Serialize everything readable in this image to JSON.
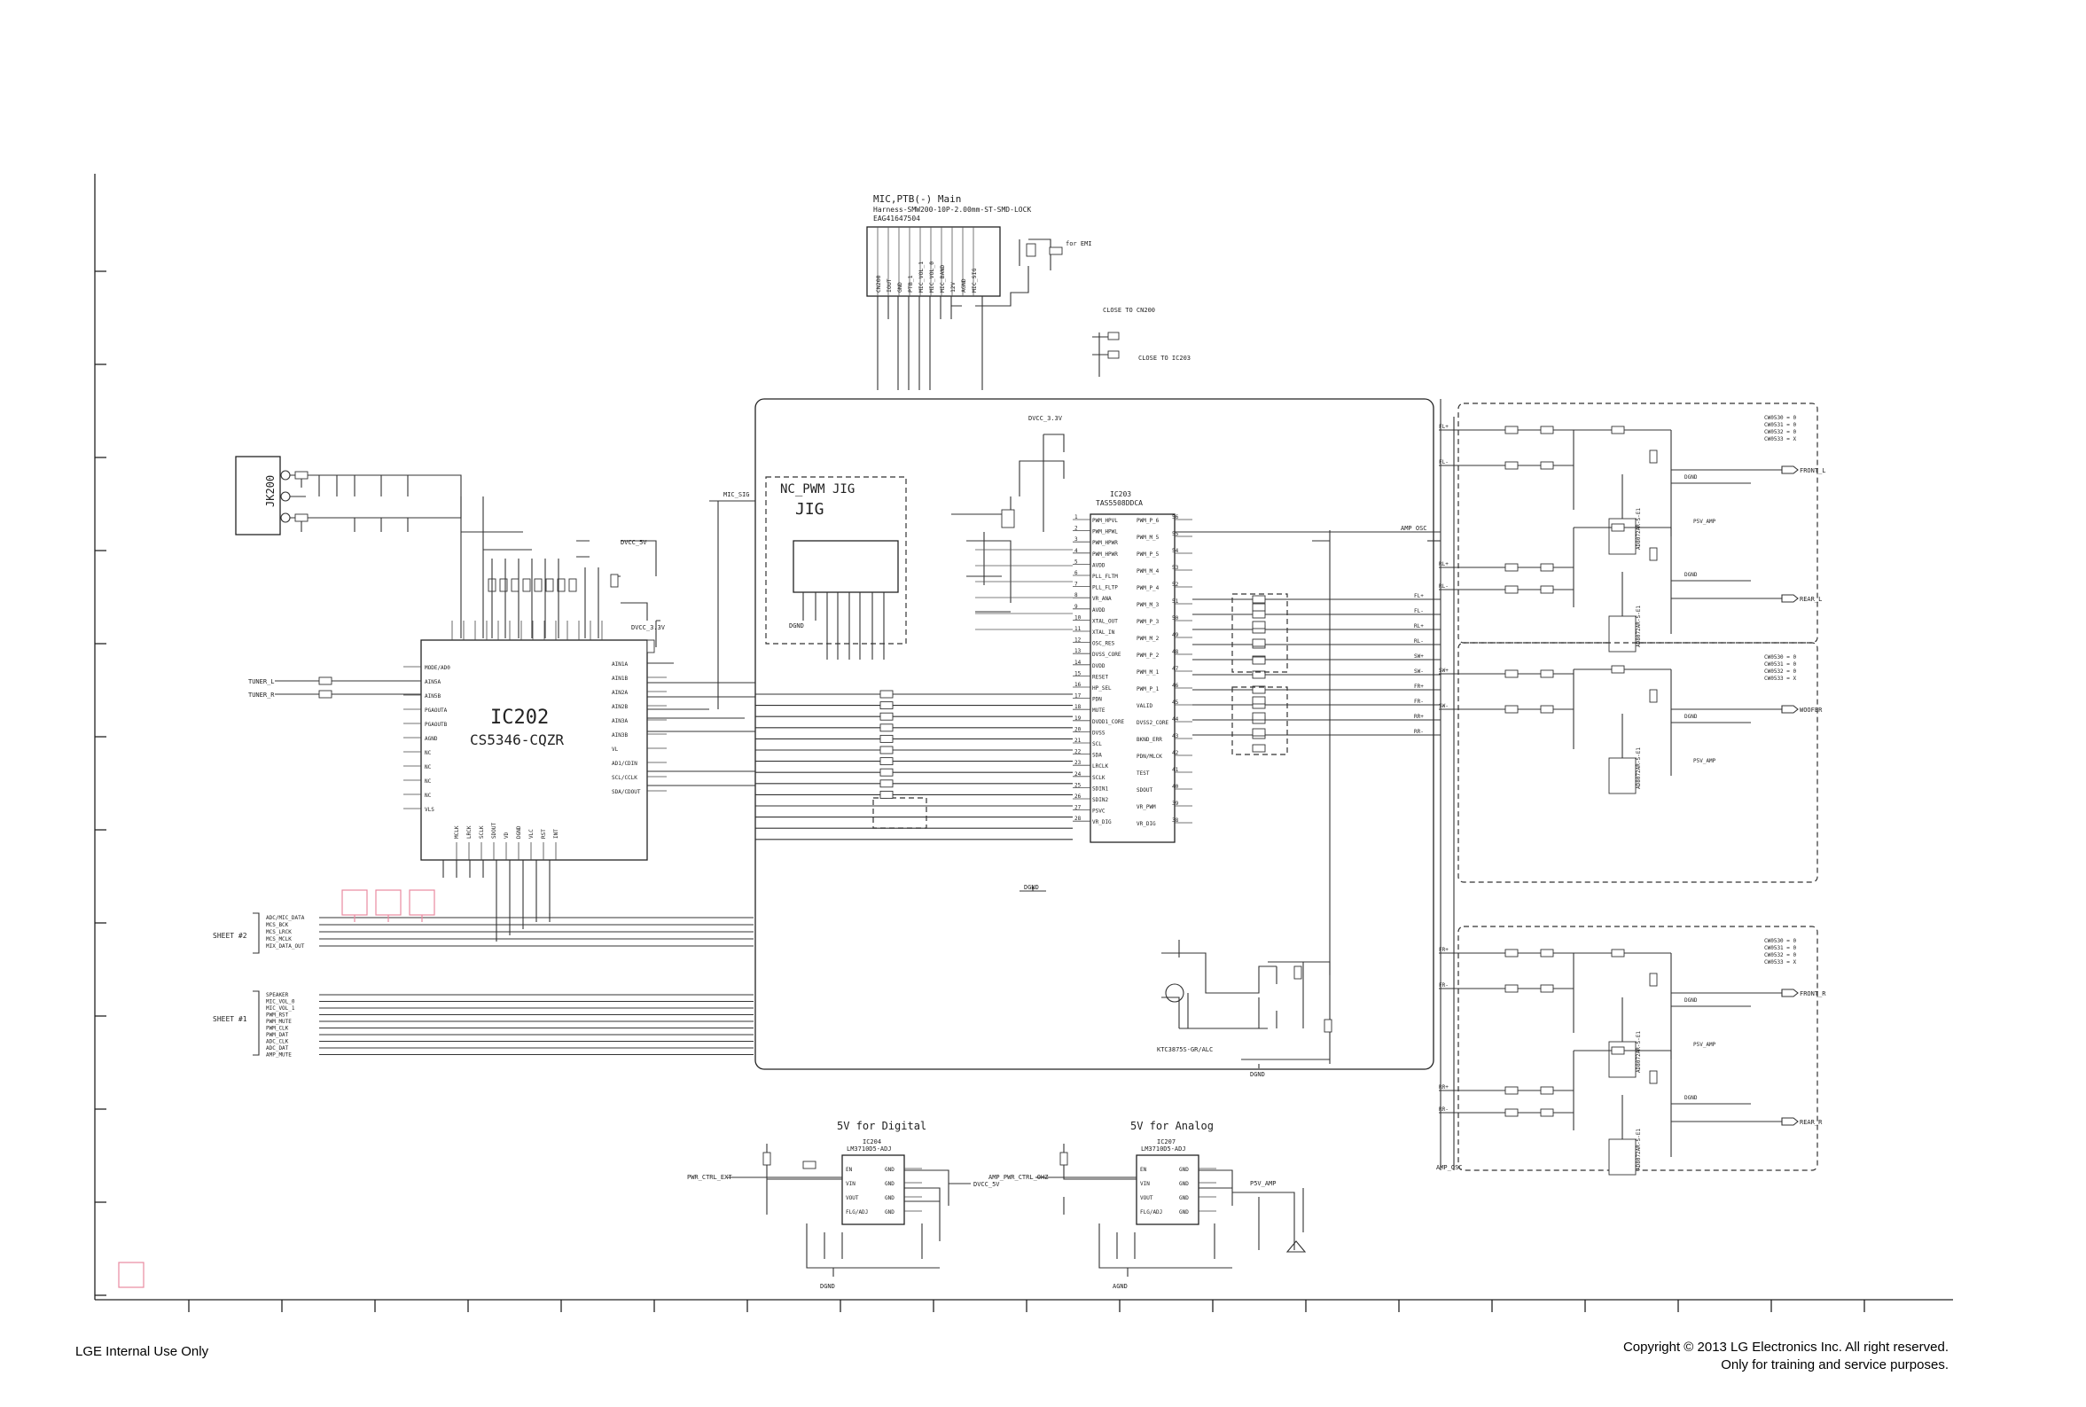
{
  "footer": {
    "left": "LGE Internal Use Only",
    "copyright": "Copyright © 2013 LG Electronics Inc. All right reserved.",
    "training": "Only for training and service purposes."
  },
  "connector": {
    "title": "MIC,PTB(-) Main",
    "harness": "Harness-SMW200-10P-2.00mm-ST-SMD-LOCK",
    "part": "EAG41647504",
    "pins": [
      "CN200",
      "IOUT",
      "GND",
      "PTB_1",
      "MIC_VOL_1",
      "MIC_VOL_0",
      "MIC_BAND",
      "12V",
      "AGND",
      "MIC_SIG"
    ]
  },
  "labels": {
    "jack": "JK200",
    "ic202_name": "IC202",
    "ic202_part": "CS5346-CQZR",
    "jig_title": "NC_PWM JIG",
    "jig_big": "JIG",
    "ic203_name": "IC203",
    "ic203_part": "TAS5508DDCA",
    "close_cn200": "CLOSE TO CN200",
    "close_ic203": "CLOSE TO IC203",
    "tuner_l": "TUNER_L",
    "tuner_r": "TUNER_R",
    "sheet2": "SHEET #2",
    "sheet1": "SHEET #1",
    "v5_digital": "5V for Digital",
    "v5_analog": "5V for Analog",
    "reg1": "IC204",
    "reg1_part": "LM3710D5-ADJ",
    "reg2": "IC207",
    "reg2_part": "LM3710D5-ADJ",
    "dvcc_33": "DVCC_3.3V",
    "dvcc_5": "DVCC_5V",
    "pwr_ctrl": "PWR_CTRL_EXT",
    "amp_pwr_ctrl": "AMP_PWR_CTRL_OHZ",
    "p5v_amp": "P5V_AMP",
    "front_l": "FRONT_L",
    "rear_l": "REAR_L",
    "woofer": "WOOFER",
    "front_r": "FRONT_R",
    "rear_r": "REAR_R",
    "amp_osc": "AMP_OSC",
    "fl_p": "FL+",
    "fl_m": "FL-",
    "rl_p": "RL+",
    "rl_m": "RL-",
    "sw_p": "SW+",
    "sw_m": "SW-",
    "fr_p": "FR+",
    "fr_m": "FR-",
    "rr_p": "RR+",
    "rr_m": "RR-",
    "transistor": "KTC3875S-GR/ALC"
  },
  "sheet2_signals": [
    "ADC/MIC_DATA",
    "MCS_BCK",
    "MCS_LRCK",
    "MCS_MCLK",
    "MIX_DATA_OUT"
  ],
  "sheet1_signals": [
    "SPEAKER",
    "MIC_VOL_0",
    "MIC_VOL_1",
    "PWM_RST",
    "PWM_MUTE",
    "PWM_CLK",
    "PWM_DAT",
    "ADC_CLK",
    "ADC_DAT",
    "AMP_MUTE"
  ],
  "dsp_left_pins": [
    "PWM_HPVL",
    "PWM_HPWL",
    "PWM_HPWR",
    "PWM_HPWR",
    "AVDD",
    "PLL_FLTM",
    "PLL_FLTP",
    "VR_ANA",
    "AVDD",
    "XTAL_OUT",
    "XTAL_IN",
    "OSC_RES",
    "DVSS_CORE",
    "DVDD",
    "RESET",
    "HP_SEL",
    "PDN",
    "MUTE",
    "DVDD1_CORE",
    "DVSS",
    "SCL",
    "SDA",
    "LRCLK",
    "SCLK",
    "SDIN1",
    "SDIN2",
    "PSVC",
    "VR_DIG"
  ],
  "dsp_right_pins": [
    "PWM_P_6",
    "PWM_M_5",
    "PWM_P_5",
    "PWM_M_4",
    "PWM_P_4",
    "PWM_M_3",
    "PWM_P_3",
    "PWM_M_2",
    "PWM_P_2",
    "PWM_M_1",
    "PWM_P_1",
    "VALID",
    "DVSS2_CORE",
    "BKND_ERR",
    "PDN/MLCK",
    "TEST",
    "SDOUT",
    "VR_PWM",
    "VR_DIG"
  ],
  "ic202_left_pins": [
    "MODE/AD0",
    "AIN5A",
    "AIN5B",
    "PGAOUTA",
    "PGAOUTB",
    "AGND",
    "NC",
    "NC",
    "NC",
    "NC",
    "VLS"
  ],
  "ic202_right_pins": [
    "AIN1A",
    "AIN1B",
    "AIN2A",
    "AIN2B",
    "AIN3A",
    "AIN3B",
    "VL",
    "AD1/CDIN",
    "SCL/CCLK",
    "SDA/CDOUT"
  ],
  "ic202_bottom_pins": [
    "MCLK",
    "LRCK",
    "SCLK",
    "SDOUT",
    "VD",
    "DGND",
    "VLC",
    "RST",
    "INT"
  ],
  "reg_pins_left": [
    "EN",
    "VIN",
    "VOUT",
    "FLG/ADJ"
  ],
  "reg_pins_right": [
    "GND",
    "GND",
    "GND",
    "GND"
  ],
  "cw_codes": [
    "CW0530 = 0",
    "CW0531 = 0",
    "CW0532 = 0",
    "CW0533 = X"
  ],
  "amp_blocks": [
    {
      "id": "FL",
      "ampic": "AD8072AR-S-E1",
      "outA": "FRONT_L",
      "outB": "REAR_L"
    },
    {
      "id": "SW",
      "ampic": "AD8072AR-S-E1",
      "outA": "WOOFER",
      "outB": ""
    },
    {
      "id": "FR",
      "ampic": "AD8072AR-S-E1",
      "outA": "FRONT_R",
      "outB": "REAR_R"
    }
  ],
  "colors": {
    "line": "#333333",
    "marker": "#e88aa0",
    "text": "#000000"
  }
}
